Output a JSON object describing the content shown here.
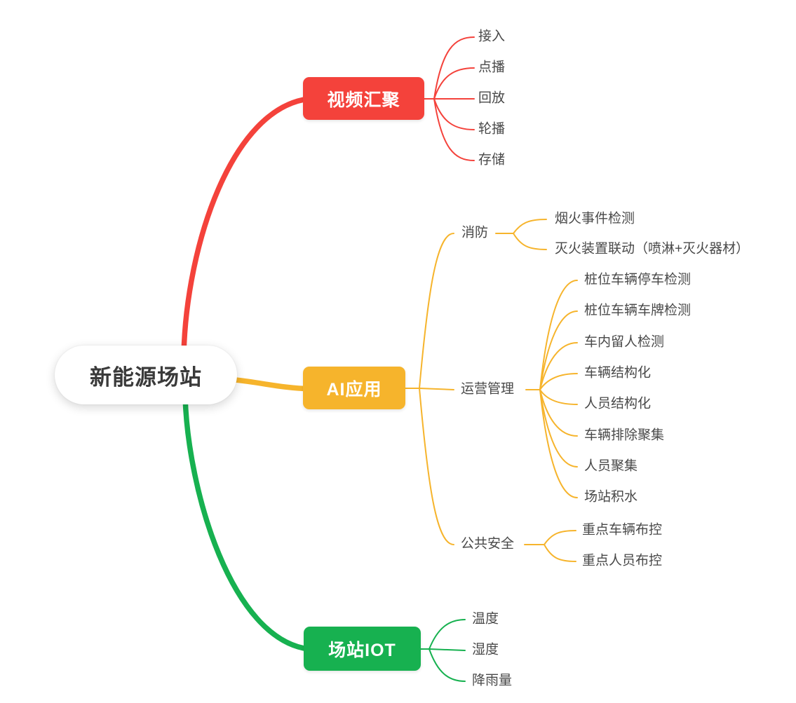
{
  "mindmap": {
    "label_color": "#484848",
    "root": {
      "label": "新能源场站",
      "bg": "#FFFFFF",
      "text_color": "#3A3A3A"
    },
    "branches": [
      {
        "label": "视频汇聚",
        "color": "#F4423B",
        "children": [
          {
            "label": "接入"
          },
          {
            "label": "点播"
          },
          {
            "label": "回放"
          },
          {
            "label": "轮播"
          },
          {
            "label": "存储"
          }
        ]
      },
      {
        "label": "AI应用",
        "color": "#F6B42C",
        "children": [
          {
            "label": "消防",
            "children": [
              {
                "label": "烟火事件检测"
              },
              {
                "label": "灭火装置联动（喷淋+灭火器材）"
              }
            ]
          },
          {
            "label": "运营管理",
            "children": [
              {
                "label": "桩位车辆停车检测"
              },
              {
                "label": "桩位车辆车牌检测"
              },
              {
                "label": "车内留人检测"
              },
              {
                "label": "车辆结构化"
              },
              {
                "label": "人员结构化"
              },
              {
                "label": "车辆排除聚集"
              },
              {
                "label": "人员聚集"
              },
              {
                "label": "场站积水"
              }
            ]
          },
          {
            "label": "公共安全",
            "children": [
              {
                "label": "重点车辆布控"
              },
              {
                "label": "重点人员布控"
              }
            ]
          }
        ]
      },
      {
        "label": "场站IOT",
        "color": "#17B150",
        "children": [
          {
            "label": "温度"
          },
          {
            "label": "湿度"
          },
          {
            "label": "降雨量"
          }
        ]
      }
    ]
  }
}
